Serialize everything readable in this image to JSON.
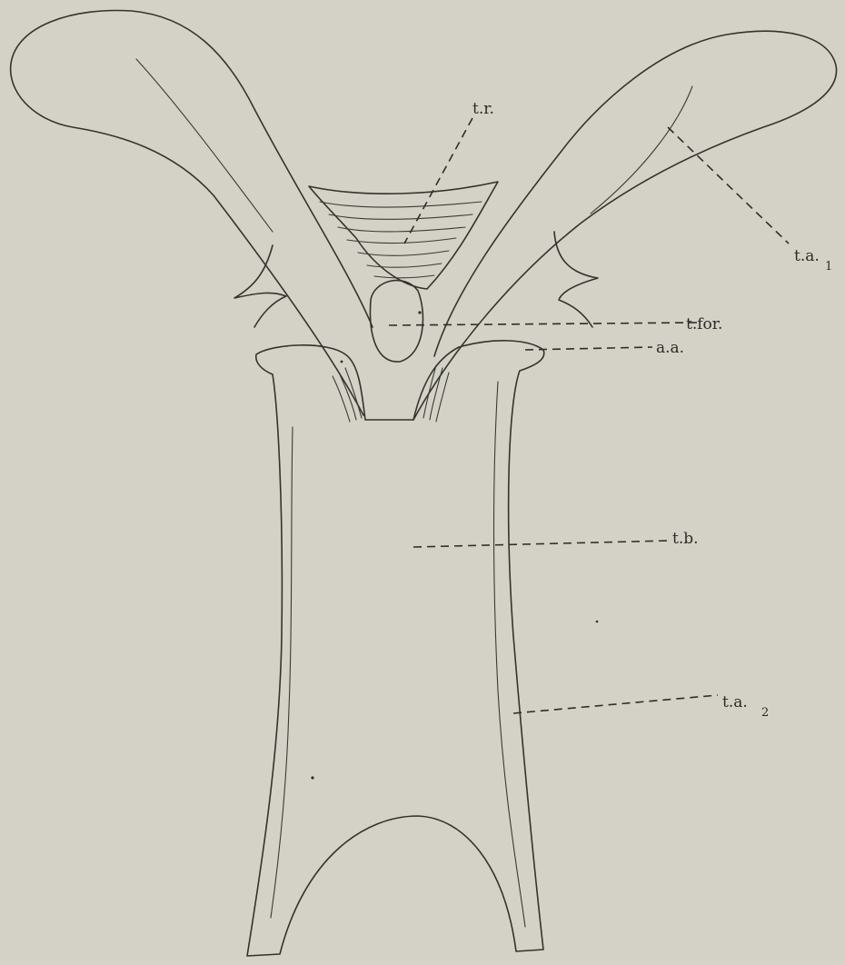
{
  "figure": {
    "labels": {
      "tr": "t.r.",
      "ta1": "t.a.",
      "ta1_sub": "1",
      "tfor": "t.for.",
      "aa": "a.a.",
      "tb": "t.b.",
      "ta2": "t.a.",
      "ta2_sub": "2"
    }
  }
}
